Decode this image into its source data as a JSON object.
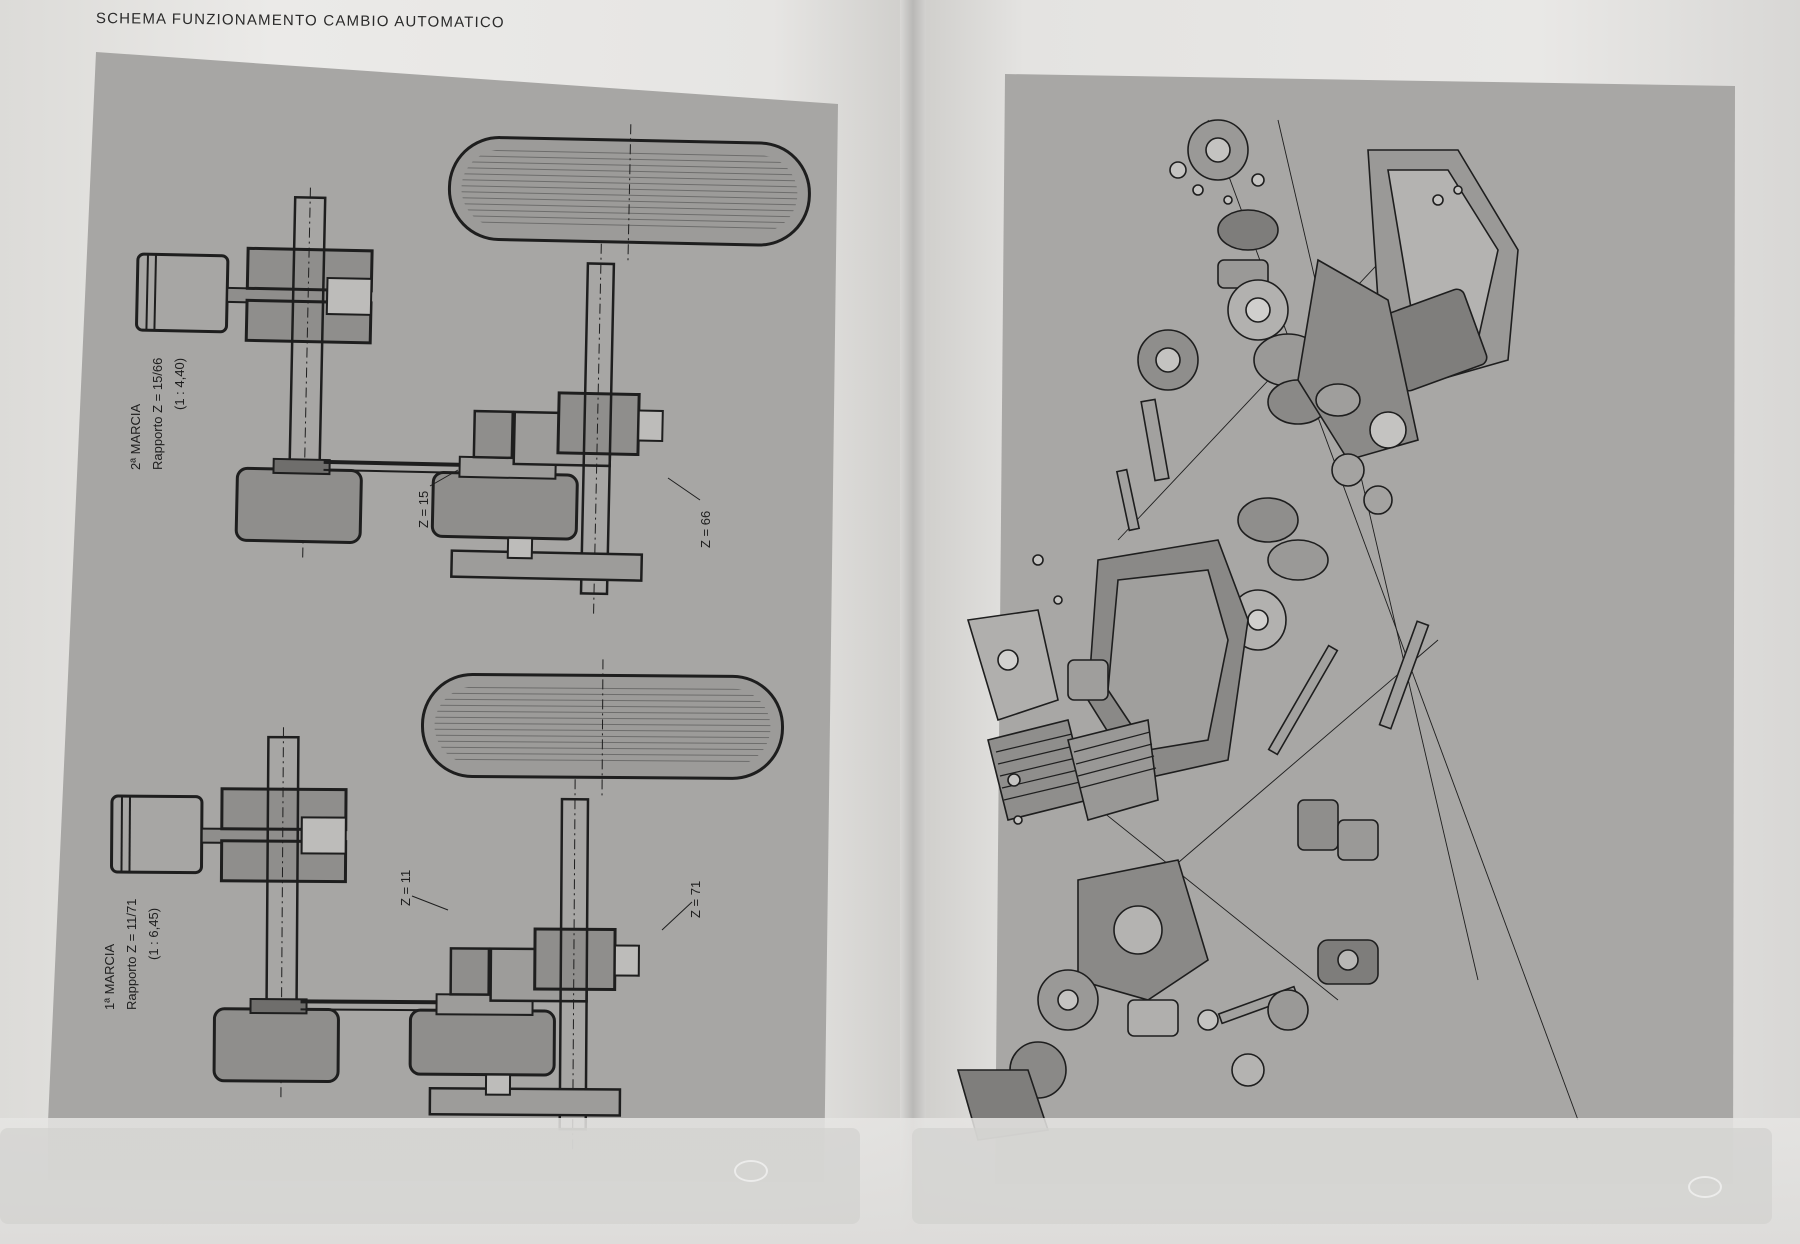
{
  "left_page": {
    "title": "SCHEMA FUNZIONAMENTO CAMBIO AUTOMATICO",
    "diagram_top": {
      "label_line1": "2ª MARCIA",
      "label_line2": "Rapporto  Z = 15/66",
      "label_line3": "(1 : 4,40)",
      "gear_small": "Z = 15",
      "gear_large": "Z = 66"
    },
    "diagram_bottom": {
      "label_line1": "1ª MARCIA",
      "label_line2": "Rapporto  Z = 11/71",
      "label_line3": "(1 : 6,45)",
      "gear_small": "Z = 11",
      "gear_large": "Z = 71"
    }
  },
  "right_page": {
    "content": "exploded-engine-drawing"
  },
  "colors": {
    "panel": "#a7a6a4",
    "ink": "#1e1e1e",
    "paper": "#e8e7e5"
  }
}
